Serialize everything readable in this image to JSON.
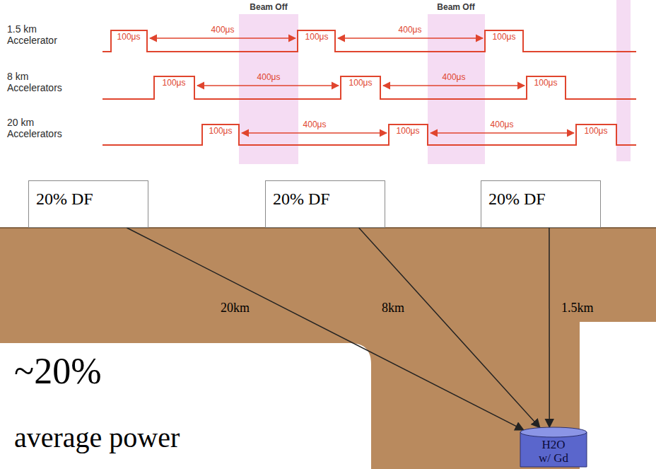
{
  "diagram": {
    "nodes": [
      {
        "text": [
          "20% DF"
        ]
      },
      {
        "text": [
          "20% DF"
        ]
      },
      {
        "text": [
          "20% DF"
        ]
      },
      {
        "text": [
          "H2O w/ Gd"
        ]
      }
    ],
    "edges": [
      {
        "from": 0,
        "to": 3,
        "arrow": "to",
        "label": "20km"
      },
      {
        "from": 1,
        "to": 3,
        "arrow": "to",
        "label": "8km"
      },
      {
        "from": 2,
        "to": 3,
        "arrow": "to",
        "label": "1.5km"
      }
    ],
    "labels": [
      "Beam Off",
      "Beam Off",
      "1.5 km Accelerator",
      "100μs",
      "400μs",
      "100μs",
      "400μs",
      "100μs",
      "8 km Accelerators",
      "100μs",
      "400μs",
      "100μs",
      "400μs",
      "100μs",
      "20 km Accelerators",
      "100μs",
      "400μs",
      "100μs",
      "400μs",
      "100μs",
      "~20%",
      "average power"
    ]
  }
}
